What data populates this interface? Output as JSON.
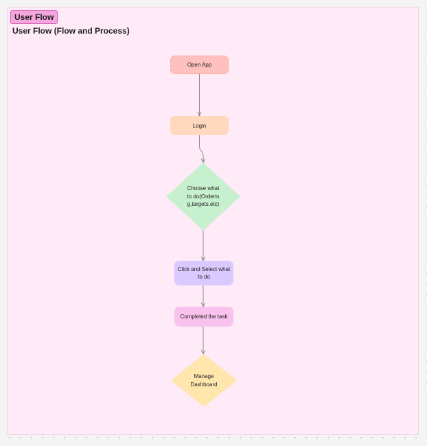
{
  "section": {
    "tag": "User Flow",
    "subtitle": "User Flow (Flow and Process)"
  },
  "nodes": {
    "open_app": {
      "label": "Open App",
      "color": "#ffc1bd"
    },
    "login": {
      "label": "Login",
      "color": "#ffd8bd"
    },
    "choose": {
      "label": "Choose what to do(Ordering,targets.etc)",
      "color": "#c7f0cf"
    },
    "click_select": {
      "label": "Click and Select what to do",
      "color": "#d9c9ff"
    },
    "completed": {
      "label": "Completed the task",
      "color": "#f8c2ec"
    },
    "manage": {
      "label": "Manage Dashboard",
      "color": "#ffe6ad"
    }
  },
  "colors": {
    "section_background": "#feebf7",
    "tag_background": "#f6a6de",
    "connector": "#8c8c8c"
  }
}
